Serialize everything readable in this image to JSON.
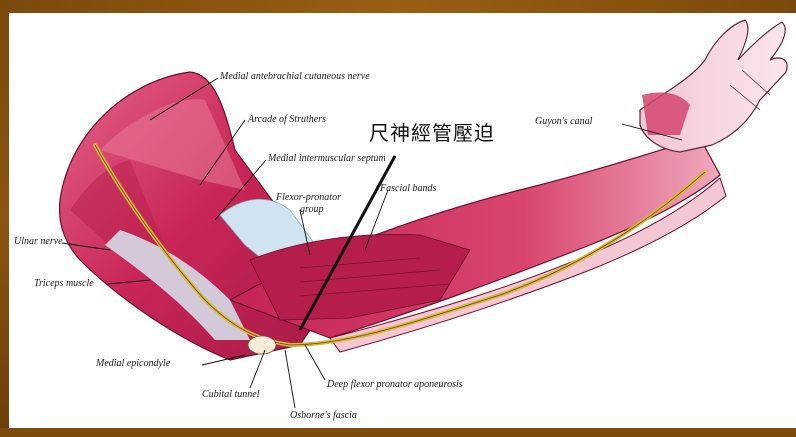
{
  "title": "尺神經管壓迫",
  "labels": {
    "medial_antebrachial_cutaneous_nerve": "Medial antebrachial cutaneous nerve",
    "arcade_of_struthers": "Arcade of Struthers",
    "medial_intermuscular_septum": "Medial intermuscular septum",
    "flexor_pronator_group_line1": "Flexor-pronator",
    "flexor_pronator_group_line2": "group",
    "fascial_bands": "Fascial bands",
    "guyons_canal": "Guyon's canal",
    "ulnar_nerve": "Ulnar nerve",
    "triceps_muscle": "Triceps muscle",
    "medial_epicondyle": "Medial epicondyle",
    "cubital_tunnel": "Cubital tunnel",
    "osbornes_fascia": "Osborne's fascia",
    "deep_flexor_pronator_aponeurosis": "Deep flexor pronator aponeurosis"
  },
  "colors": {
    "frame": "#8a5410",
    "muscle": "#c8285a",
    "muscle_light": "#e86a8e",
    "fascia": "#cfe3f0",
    "nerve": "#d9b640",
    "skin": "#f6d9e2"
  }
}
